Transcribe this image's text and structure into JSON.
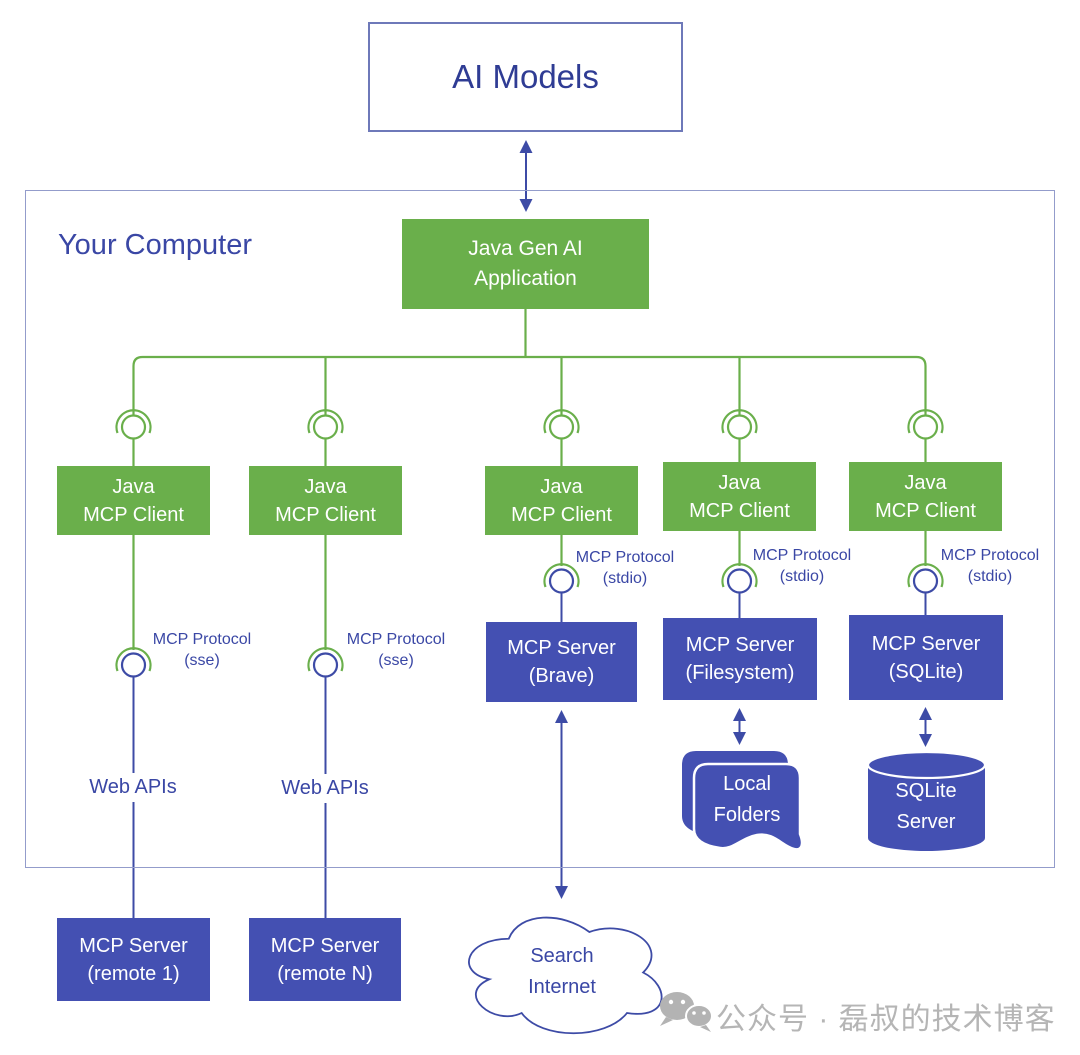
{
  "ai_models_label": "AI Models",
  "your_computer_label": "Your Computer",
  "app": {
    "line1": "Java Gen AI",
    "line2": "Application"
  },
  "clients": {
    "line1": "Java",
    "line2": "MCP Client"
  },
  "protocols": {
    "sse": {
      "line1": "MCP Protocol",
      "line2": "(sse)"
    },
    "stdio": {
      "line1": "MCP Protocol",
      "line2": "(stdio)"
    }
  },
  "web_apis_label": "Web APIs",
  "servers": {
    "remote1": {
      "line1": "MCP Server",
      "line2": "(remote 1)"
    },
    "remoteN": {
      "line1": "MCP Server",
      "line2": "(remote N)"
    },
    "brave": {
      "line1": "MCP Server",
      "line2": "(Brave)"
    },
    "filesystem": {
      "line1": "MCP Server",
      "line2": "(Filesystem)"
    },
    "sqlite": {
      "line1": "MCP Server",
      "line2": "(SQLite)"
    }
  },
  "resources": {
    "search_internet": {
      "line1": "Search",
      "line2": "Internet"
    },
    "local_folders": {
      "line1": "Local",
      "line2": "Folders"
    },
    "sqlite_server": {
      "line1": "SQLite",
      "line2": "Server"
    }
  },
  "watermark": {
    "text": "公众号 · 磊叔的技术博客"
  },
  "icons": {
    "socket": "half-ring-socket-icon",
    "plug": "circle-plug-icon",
    "wechat": "wechat-icon",
    "cloud": "cloud-icon",
    "folders": "stacked-folders-icon",
    "database": "database-cylinder-icon"
  },
  "colors": {
    "green": "#6AAF4B",
    "blue_fill": "#4450B2",
    "blue_line": "#3D4BA6",
    "navy_text": "#2F3C94",
    "frame_border": "#939CCB",
    "watermark_gray": "#B5B5B5"
  }
}
